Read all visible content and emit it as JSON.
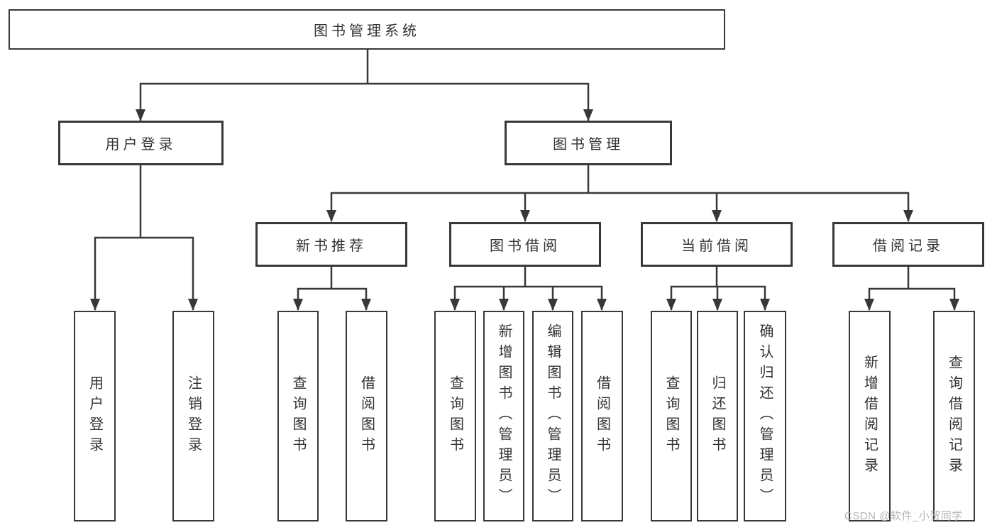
{
  "diagram": {
    "root": "图书管理系统",
    "branches": {
      "user_login": "用户登录",
      "book_mgmt": "图书管理"
    },
    "modules": {
      "new_book_rec": "新书推荐",
      "book_borrow": "图书借阅",
      "current_borrow": "当前借阅",
      "borrow_records": "借阅记录"
    },
    "leaves": {
      "user_login": [
        "用户登录",
        "注销登录"
      ],
      "new_book_rec": [
        "查询图书",
        "借阅图书"
      ],
      "book_borrow": [
        "查询图书",
        "新增图书（管理员）",
        "编辑图书（管理员）",
        "借阅图书"
      ],
      "current_borrow": [
        "查询图书",
        "归还图书",
        "确认归还（管理员）"
      ],
      "borrow_records": [
        "新增借阅记录",
        "查询借阅记录"
      ]
    }
  },
  "watermark": "CSDN @软件_小贺同学",
  "colors": {
    "line": "#383838",
    "text": "#333333",
    "watermark": "#b5b5b5",
    "background": "#ffffff"
  }
}
